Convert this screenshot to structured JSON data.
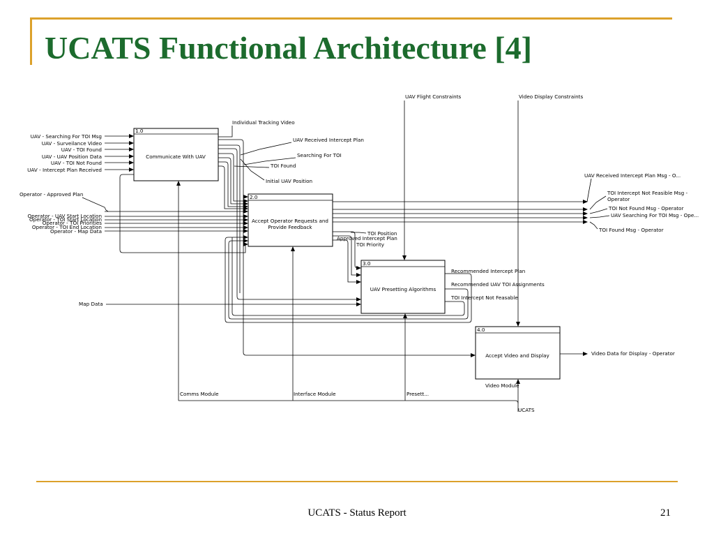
{
  "title": "UCATS Functional Architecture [4]",
  "footer": "UCATS - Status Report",
  "page_number": "21",
  "nodes": [
    {
      "id": "1.0",
      "label": [
        "Communicate With UAV"
      ]
    },
    {
      "id": "2.0",
      "label": [
        "Accept Operator Requests and",
        "Provide Feedback"
      ]
    },
    {
      "id": "3.0",
      "label": [
        "UAV Presetting Algorithms"
      ]
    },
    {
      "id": "4.0",
      "label": [
        "Accept Video and Display"
      ]
    }
  ],
  "inputs_uav": [
    "UAV - Searching For TOI Msg",
    "UAV - Surveilance Video",
    "UAV - TOI Found",
    "UAV - UAV Position Data",
    "UAV - TOI Not Found",
    "UAV - Intercept Plan Received"
  ],
  "inputs_operator": [
    "Operator - Approved Plan",
    "Operator - UAV Start Location",
    "Operator - TOI Start Location",
    "Operator - TOI Priorities",
    "Operator - TOI End Location",
    "Operator - Map Data"
  ],
  "input_map": "Map Data",
  "controls": [
    "UAV Flight Constraints",
    "Video Display Constraints"
  ],
  "internal_flows": [
    "Individual Tracking Video",
    "UAV Received Intercept Plan",
    "Searching For TOI",
    "TOI Found",
    "Initial UAV Position",
    "TOI Position",
    "Approved Intercept Plan",
    "TOI Priority",
    "Recommended Intercept Plan",
    "Recommended UAV TOI Assignments",
    "TOI Intercept Not Feasable"
  ],
  "outputs": [
    "UAV Received Intercept Plan Msg - O...",
    "TOI Intercept Not Feasible Msg -",
    "Operator",
    "TOI Not Found Msg - Operator",
    "UAV Searching For TOI Msg - Ope...",
    "TOI Found Msg - Operator",
    "Video Data for Display - Operator"
  ],
  "mechanisms": [
    "Comms Module",
    "Interface Module",
    "Presett...",
    "Video Module",
    "UCATS"
  ]
}
